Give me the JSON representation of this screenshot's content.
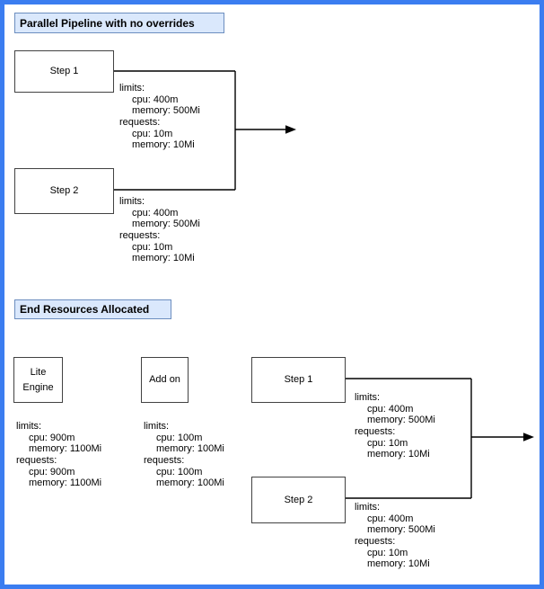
{
  "colors": {
    "frame": "#3b7df0",
    "title_fill": "#dae8fc",
    "title_border": "#6c8ebf",
    "node_border": "#424242",
    "connector": "#000000"
  },
  "top_section": {
    "title": "Parallel Pipeline with no overrides",
    "steps": [
      {
        "label": "Step 1",
        "resources": [
          "limits:",
          "cpu: 400m",
          "memory: 500Mi",
          "requests:",
          "cpu: 10m",
          "memory: 10Mi"
        ]
      },
      {
        "label": "Step 2",
        "resources": [
          "limits:",
          "cpu: 400m",
          "memory: 500Mi",
          "requests:",
          "cpu: 10m",
          "memory: 10Mi"
        ]
      }
    ]
  },
  "bottom_section": {
    "title": "End Resources Allocated",
    "nodes": [
      {
        "label_lines": [
          "Lite",
          "Engine"
        ],
        "resources": [
          "limits:",
          "cpu: 900m",
          "memory: 1100Mi",
          "requests:",
          "cpu: 900m",
          "memory: 1100Mi"
        ]
      },
      {
        "label_lines": [
          "Add on"
        ],
        "resources": [
          "limits:",
          "cpu: 100m",
          "memory: 100Mi",
          "requests:",
          "cpu: 100m",
          "memory: 100Mi"
        ]
      },
      {
        "label_lines": [
          "Step 1"
        ],
        "resources": [
          "limits:",
          "cpu: 400m",
          "memory: 500Mi",
          "requests:",
          "cpu: 10m",
          "memory: 10Mi"
        ]
      },
      {
        "label_lines": [
          "Step 2"
        ],
        "resources": [
          "limits:",
          "cpu: 400m",
          "memory: 500Mi",
          "requests:",
          "cpu: 10m",
          "memory: 10Mi"
        ]
      }
    ]
  }
}
